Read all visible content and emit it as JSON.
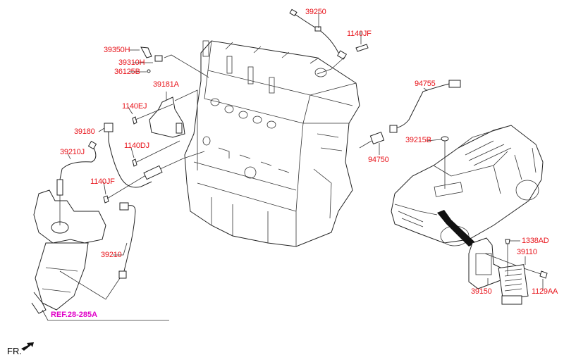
{
  "diagram": {
    "title": "Engine control module & sensors parts diagram",
    "colors": {
      "part_label": "#e8141b",
      "reference_label": "#e000c8",
      "line_art": "#222222"
    },
    "parts": {
      "p39250": "39250",
      "p1140JF_top": "1140JF",
      "p39350H": "39350H",
      "p39310H": "39310H",
      "p36125B": "36125B",
      "p39181A": "39181A",
      "p1140EJ": "1140EJ",
      "p39180": "39180",
      "p1140DJ": "1140DJ",
      "p39210J": "39210J",
      "p1140JF_left": "1140JF",
      "p39210": "39210",
      "p94755": "94755",
      "p94750": "94750",
      "p39215B": "39215B",
      "p1338AD": "1338AD",
      "p39110": "39110",
      "p39150": "39150",
      "p1129AA": "1129AA"
    },
    "reference": "REF.28-285A",
    "orientation": "FR."
  }
}
